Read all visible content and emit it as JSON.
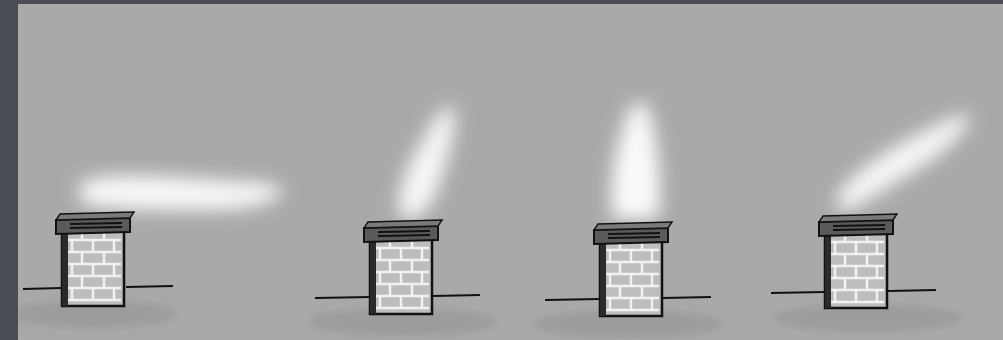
{
  "illustration": {
    "title": "",
    "panels": [
      {
        "plume": "horizontal-plume"
      },
      {
        "plume": "leaning-plume"
      },
      {
        "plume": "vertical-plume"
      },
      {
        "plume": "diagonal-plume"
      }
    ]
  },
  "colors": {
    "frame": "#4a4e54",
    "background": "#a9a9a9",
    "smoke": "#ffffff",
    "brick": "#bdbdbd",
    "brick_mortar": "#f2f2f2",
    "cap": "#5a5a5a",
    "outline": "#111111",
    "ground_shadow": "#9c9c9c"
  }
}
